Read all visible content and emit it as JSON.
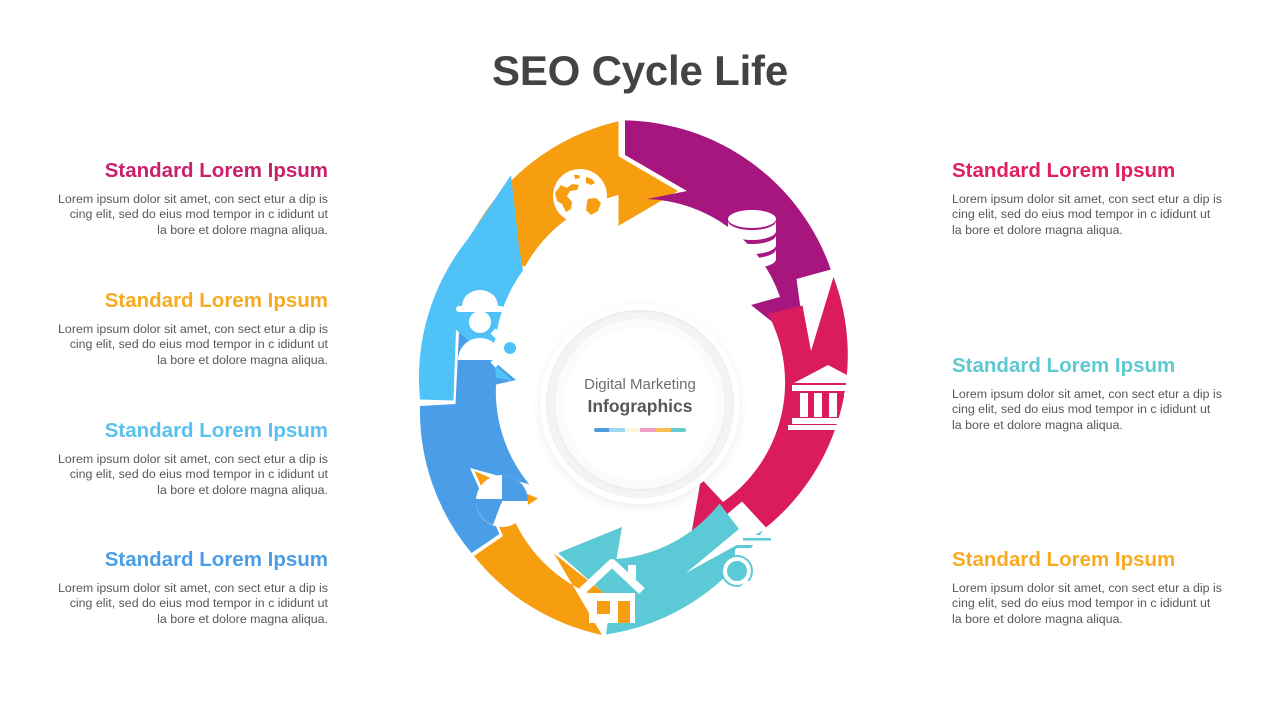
{
  "title": "SEO Cycle Life",
  "center": {
    "line1": "Digital Marketing",
    "line2": "Infographics",
    "accent_bar_colors": [
      "#4a9ee0",
      "#9ed8ef",
      "#fdf3de",
      "#efa0c2",
      "#fbbd56",
      "#63cdd4"
    ]
  },
  "colors": {
    "magenta": "#a6167e",
    "crimson": "#da1c5c",
    "turquoise": "#5cc9d6",
    "orange": "#f79d10",
    "blue": "#4a9ee8",
    "sky": "#4fc3f7",
    "title": "#434346",
    "body_text": "#58585b"
  },
  "left_items": [
    {
      "heading": "Standard Lorem Ipsum",
      "heading_color": "#c9206c",
      "body": "Lorem ipsum dolor sit  amet, con sect etur a dip  is cing elit,  sed do eius mod tempor in c ididunt ut la bore et dolore magna aliqua."
    },
    {
      "heading": "Standard Lorem Ipsum",
      "heading_color": "#f8ab22",
      "body": "Lorem ipsum dolor sit  amet, con sect etur a dip  is cing elit,  sed do eius mod tempor in c ididunt ut la bore et dolore magna aliqua."
    },
    {
      "heading": "Standard Lorem Ipsum",
      "heading_color": "#5bc0f0",
      "body": "Lorem ipsum dolor sit  amet, con sect etur a dip  is cing elit,  sed do eius mod tempor in c ididunt ut la bore et dolore magna aliqua."
    },
    {
      "heading": "Standard Lorem Ipsum",
      "heading_color": "#4a9ee8",
      "body": "Lorem ipsum dolor sit  amet, con sect etur a dip  is cing elit,  sed do eius mod tempor in c ididunt ut la bore et dolore magna aliqua."
    }
  ],
  "right_items": [
    {
      "heading": "Standard Lorem Ipsum",
      "heading_color": "#e01f5e",
      "body": "Lorem ipsum dolor sit  amet, con sect etur a dip  is cing elit,  sed do eius mod tempor in c ididunt ut la bore et dolore magna aliqua."
    },
    {
      "heading": "Standard Lorem Ipsum",
      "heading_color": "#5fc9d2",
      "body": "Lorem ipsum dolor sit  amet, con sect etur a dip  is cing elit,  sed do eius mod tempor in c ididunt ut la bore et dolore magna aliqua."
    },
    {
      "heading": "Standard Lorem Ipsum",
      "heading_color": "#f8ab22",
      "body": "Lorem ipsum dolor sit  amet, con sect etur a dip  is cing elit,  sed do eius mod tempor in c ididunt ut la bore et dolore magna aliqua."
    }
  ],
  "segments": [
    {
      "icon": "globe-icon",
      "color": "#f79d10",
      "position": "top-left"
    },
    {
      "icon": "database-icon",
      "color": "#a6167e",
      "position": "top-right"
    },
    {
      "icon": "bank-building-icon",
      "color": "#da1c5c",
      "position": "right"
    },
    {
      "icon": "package-search-icon",
      "color": "#5cc9d6",
      "position": "bottom-right"
    },
    {
      "icon": "house-icon",
      "color": "#f79d10",
      "position": "bottom"
    },
    {
      "icon": "pie-chart-icon",
      "color": "#4a9ee8",
      "position": "bottom-left"
    },
    {
      "icon": "worker-gear-icon",
      "color": "#4fc3f7",
      "position": "left"
    }
  ]
}
